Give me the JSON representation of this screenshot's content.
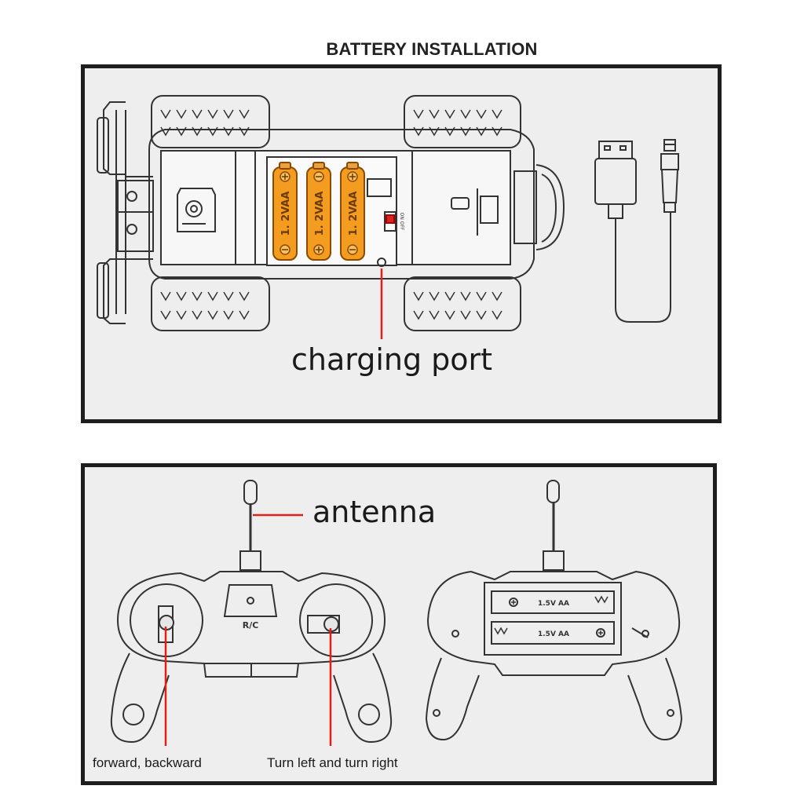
{
  "title": "BATTERY INSTALLATION",
  "labels": {
    "charging_port": "charging port",
    "antenna": "antenna",
    "forward_backward": "forward, backward",
    "turn": "Turn left and turn right"
  },
  "battery_label": "1. 2VAA",
  "remote_logo": "R/C",
  "remote_battery_label": "1.5V AA",
  "switch_text": "ON OFF",
  "colors": {
    "battery": "#f39c1f",
    "battery_dark": "#c96f06",
    "pointer": "#e0201a",
    "line": "#333333",
    "panel_bg": "#eeeeee"
  }
}
